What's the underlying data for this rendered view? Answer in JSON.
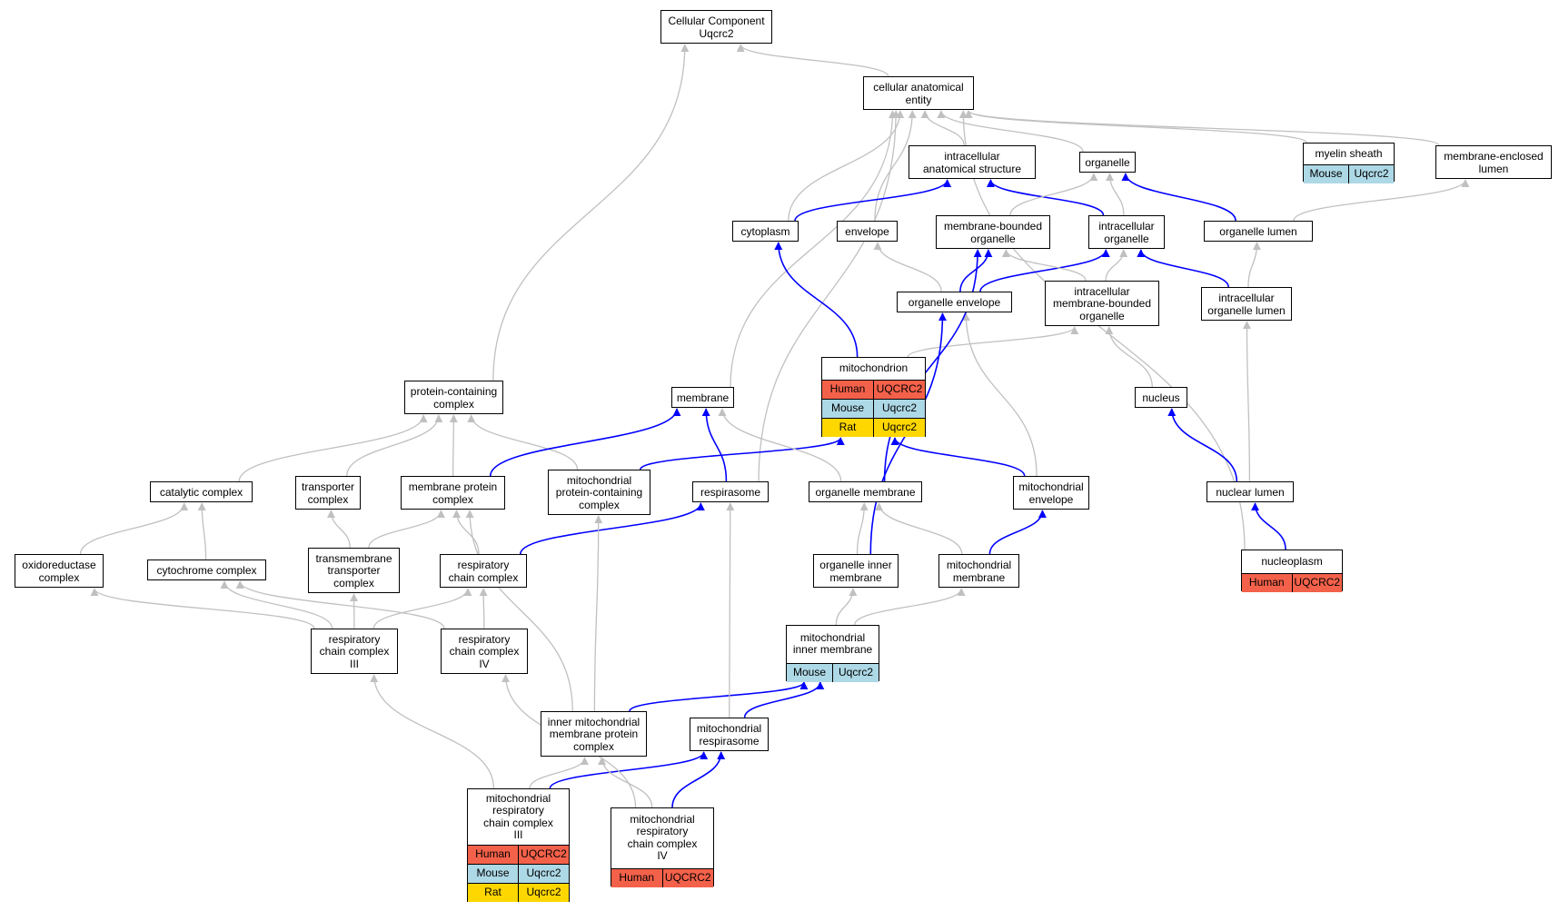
{
  "diagram": {
    "nodes": [
      {
        "id": "cc",
        "lines": [
          "Cellular Component",
          "Uqcrc2"
        ]
      },
      {
        "id": "cae",
        "lines": [
          "cellular anatomical",
          "entity"
        ]
      },
      {
        "id": "ias",
        "lines": [
          "intracellular",
          "anatomical structure"
        ]
      },
      {
        "id": "org",
        "lines": [
          "organelle"
        ]
      },
      {
        "id": "myelin",
        "lines": [
          "myelin sheath"
        ],
        "orthologs": [
          {
            "species": "Mouse",
            "gene": "Uqcrc2"
          }
        ]
      },
      {
        "id": "mel",
        "lines": [
          "membrane-enclosed",
          "lumen"
        ]
      },
      {
        "id": "cyto",
        "lines": [
          "cytoplasm"
        ]
      },
      {
        "id": "env",
        "lines": [
          "envelope"
        ]
      },
      {
        "id": "mbo",
        "lines": [
          "membrane-bounded",
          "organelle"
        ]
      },
      {
        "id": "io",
        "lines": [
          "intracellular",
          "organelle"
        ]
      },
      {
        "id": "olumen",
        "lines": [
          "organelle lumen"
        ]
      },
      {
        "id": "oenv",
        "lines": [
          "organelle envelope"
        ]
      },
      {
        "id": "imbo",
        "lines": [
          "intracellular",
          "membrane-bounded",
          "organelle"
        ]
      },
      {
        "id": "iol",
        "lines": [
          "intracellular",
          "organelle lumen"
        ]
      },
      {
        "id": "mito",
        "lines": [
          "mitochondrion"
        ],
        "orthologs": [
          {
            "species": "Human",
            "gene": "UQCRC2"
          },
          {
            "species": "Mouse",
            "gene": "Uqcrc2"
          },
          {
            "species": "Rat",
            "gene": "Uqcrc2"
          }
        ]
      },
      {
        "id": "pcc",
        "lines": [
          "protein-containing",
          "complex"
        ]
      },
      {
        "id": "memb",
        "lines": [
          "membrane"
        ]
      },
      {
        "id": "nucleus",
        "lines": [
          "nucleus"
        ]
      },
      {
        "id": "catc",
        "lines": [
          "catalytic complex"
        ]
      },
      {
        "id": "trc",
        "lines": [
          "transporter",
          "complex"
        ]
      },
      {
        "id": "mpc",
        "lines": [
          "membrane protein",
          "complex"
        ]
      },
      {
        "id": "mpcc",
        "lines": [
          "mitochondrial",
          "protein-containing",
          "complex"
        ]
      },
      {
        "id": "resp",
        "lines": [
          "respirasome"
        ]
      },
      {
        "id": "omemb",
        "lines": [
          "organelle membrane"
        ]
      },
      {
        "id": "menv",
        "lines": [
          "mitochondrial",
          "envelope"
        ]
      },
      {
        "id": "nlumen",
        "lines": [
          "nuclear lumen"
        ]
      },
      {
        "id": "oxred",
        "lines": [
          "oxidoreductase",
          "complex"
        ]
      },
      {
        "id": "cytc",
        "lines": [
          "cytochrome complex"
        ]
      },
      {
        "id": "tmtc",
        "lines": [
          "transmembrane",
          "transporter",
          "complex"
        ]
      },
      {
        "id": "rcc",
        "lines": [
          "respiratory",
          "chain complex"
        ]
      },
      {
        "id": "oim",
        "lines": [
          "organelle inner",
          "membrane"
        ]
      },
      {
        "id": "mmemb",
        "lines": [
          "mitochondrial",
          "membrane"
        ]
      },
      {
        "id": "npl",
        "lines": [
          "nucleoplasm"
        ],
        "orthologs": [
          {
            "species": "Human",
            "gene": "UQCRC2"
          }
        ]
      },
      {
        "id": "rcc3",
        "lines": [
          "respiratory",
          "chain complex",
          "III"
        ]
      },
      {
        "id": "rcc4",
        "lines": [
          "respiratory",
          "chain complex",
          "IV"
        ]
      },
      {
        "id": "mim",
        "lines": [
          "mitochondrial",
          "inner membrane"
        ],
        "orthologs": [
          {
            "species": "Mouse",
            "gene": "Uqcrc2"
          }
        ]
      },
      {
        "id": "impc",
        "lines": [
          "inner mitochondrial",
          "membrane protein",
          "complex"
        ]
      },
      {
        "id": "mresp",
        "lines": [
          "mitochondrial",
          "respirasome"
        ]
      },
      {
        "id": "mrcc3",
        "lines": [
          "mitochondrial",
          "respiratory",
          "chain complex",
          "III"
        ],
        "orthologs": [
          {
            "species": "Human",
            "gene": "UQCRC2"
          },
          {
            "species": "Mouse",
            "gene": "Uqcrc2"
          },
          {
            "species": "Rat",
            "gene": "Uqcrc2"
          }
        ]
      },
      {
        "id": "mrcc4",
        "lines": [
          "mitochondrial",
          "respiratory",
          "chain complex",
          "IV"
        ],
        "orthologs": [
          {
            "species": "Human",
            "gene": "UQCRC2"
          }
        ]
      }
    ],
    "edges": [
      {
        "from": "cae",
        "to": "cc",
        "type": "is_a"
      },
      {
        "from": "pcc",
        "to": "cc",
        "type": "is_a"
      },
      {
        "from": "ias",
        "to": "cae",
        "type": "is_a"
      },
      {
        "from": "org",
        "to": "cae",
        "type": "is_a"
      },
      {
        "from": "myelin",
        "to": "cae",
        "type": "is_a"
      },
      {
        "from": "mel",
        "to": "cae",
        "type": "is_a"
      },
      {
        "from": "cyto",
        "to": "cae",
        "type": "is_a"
      },
      {
        "from": "env",
        "to": "cae",
        "type": "is_a"
      },
      {
        "from": "memb",
        "to": "cae",
        "type": "is_a"
      },
      {
        "from": "resp",
        "to": "cae",
        "type": "is_a"
      },
      {
        "from": "npl",
        "to": "cae",
        "type": "is_a"
      },
      {
        "from": "cyto",
        "to": "ias",
        "type": "part_of"
      },
      {
        "from": "io",
        "to": "ias",
        "type": "part_of"
      },
      {
        "from": "mbo",
        "to": "org",
        "type": "is_a"
      },
      {
        "from": "io",
        "to": "org",
        "type": "is_a"
      },
      {
        "from": "olumen",
        "to": "org",
        "type": "part_of"
      },
      {
        "from": "olumen",
        "to": "mel",
        "type": "is_a"
      },
      {
        "from": "oenv",
        "to": "env",
        "type": "is_a"
      },
      {
        "from": "oenv",
        "to": "mbo",
        "type": "part_of"
      },
      {
        "from": "oenv",
        "to": "io",
        "type": "part_of"
      },
      {
        "from": "imbo",
        "to": "mbo",
        "type": "is_a"
      },
      {
        "from": "imbo",
        "to": "io",
        "type": "is_a"
      },
      {
        "from": "iol",
        "to": "olumen",
        "type": "is_a"
      },
      {
        "from": "iol",
        "to": "io",
        "type": "part_of"
      },
      {
        "from": "mito",
        "to": "cyto",
        "type": "part_of"
      },
      {
        "from": "mito",
        "to": "imbo",
        "type": "is_a"
      },
      {
        "from": "nucleus",
        "to": "imbo",
        "type": "is_a"
      },
      {
        "from": "menv",
        "to": "oenv",
        "type": "is_a"
      },
      {
        "from": "menv",
        "to": "mito",
        "type": "part_of"
      },
      {
        "from": "catc",
        "to": "pcc",
        "type": "is_a"
      },
      {
        "from": "trc",
        "to": "pcc",
        "type": "is_a"
      },
      {
        "from": "mpc",
        "to": "pcc",
        "type": "is_a"
      },
      {
        "from": "mpcc",
        "to": "pcc",
        "type": "is_a"
      },
      {
        "from": "mpc",
        "to": "memb",
        "type": "part_of"
      },
      {
        "from": "resp",
        "to": "memb",
        "type": "part_of"
      },
      {
        "from": "mpcc",
        "to": "mito",
        "type": "part_of"
      },
      {
        "from": "omemb",
        "to": "memb",
        "type": "is_a"
      },
      {
        "from": "omemb",
        "to": "mbo",
        "type": "part_of"
      },
      {
        "from": "nlumen",
        "to": "iol",
        "type": "is_a"
      },
      {
        "from": "nlumen",
        "to": "nucleus",
        "type": "part_of"
      },
      {
        "from": "oxred",
        "to": "catc",
        "type": "is_a"
      },
      {
        "from": "cytc",
        "to": "catc",
        "type": "is_a"
      },
      {
        "from": "tmtc",
        "to": "trc",
        "type": "is_a"
      },
      {
        "from": "tmtc",
        "to": "mpc",
        "type": "is_a"
      },
      {
        "from": "rcc",
        "to": "mpc",
        "type": "is_a"
      },
      {
        "from": "rcc",
        "to": "resp",
        "type": "part_of"
      },
      {
        "from": "oim",
        "to": "omemb",
        "type": "is_a"
      },
      {
        "from": "oim",
        "to": "oenv",
        "type": "part_of"
      },
      {
        "from": "mmemb",
        "to": "omemb",
        "type": "is_a"
      },
      {
        "from": "mmemb",
        "to": "menv",
        "type": "part_of"
      },
      {
        "from": "npl",
        "to": "nlumen",
        "type": "part_of"
      },
      {
        "from": "rcc3",
        "to": "oxred",
        "type": "is_a"
      },
      {
        "from": "rcc3",
        "to": "cytc",
        "type": "is_a"
      },
      {
        "from": "rcc3",
        "to": "tmtc",
        "type": "is_a"
      },
      {
        "from": "rcc3",
        "to": "rcc",
        "type": "is_a"
      },
      {
        "from": "rcc4",
        "to": "cytc",
        "type": "is_a"
      },
      {
        "from": "rcc4",
        "to": "rcc",
        "type": "is_a"
      },
      {
        "from": "mim",
        "to": "oim",
        "type": "is_a"
      },
      {
        "from": "mim",
        "to": "mmemb",
        "type": "is_a"
      },
      {
        "from": "impc",
        "to": "mpcc",
        "type": "is_a"
      },
      {
        "from": "impc",
        "to": "mpc",
        "type": "is_a"
      },
      {
        "from": "impc",
        "to": "mim",
        "type": "part_of"
      },
      {
        "from": "mresp",
        "to": "resp",
        "type": "is_a"
      },
      {
        "from": "mresp",
        "to": "mim",
        "type": "part_of"
      },
      {
        "from": "mrcc3",
        "to": "rcc3",
        "type": "is_a"
      },
      {
        "from": "mrcc3",
        "to": "impc",
        "type": "is_a"
      },
      {
        "from": "mrcc3",
        "to": "mresp",
        "type": "part_of"
      },
      {
        "from": "mrcc4",
        "to": "rcc4",
        "type": "is_a"
      },
      {
        "from": "mrcc4",
        "to": "impc",
        "type": "is_a"
      },
      {
        "from": "mrcc4",
        "to": "mresp",
        "type": "part_of"
      }
    ]
  },
  "colors": {
    "is_a_edge": "#c0c0c0",
    "part_of_edge": "#0000ff",
    "Human": "#f4614a",
    "Mouse": "#add8e6",
    "Rat": "#ffd700"
  }
}
